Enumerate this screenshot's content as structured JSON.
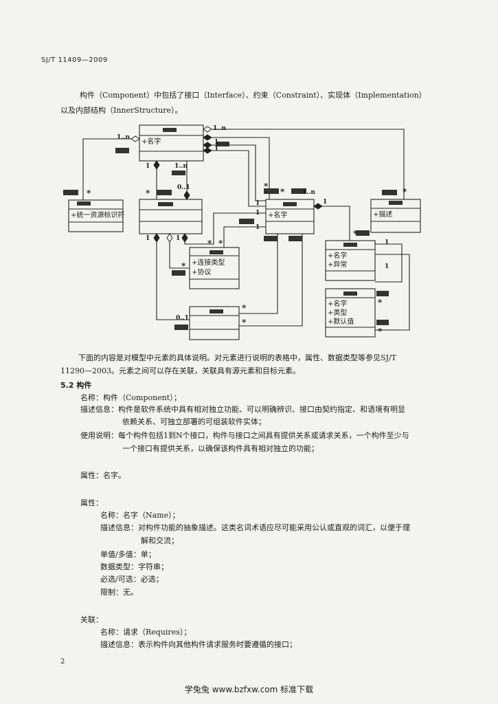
{
  "header": "SJ/T 11409—2009",
  "intro": {
    "line1": "构件（Component）中包括了接口（Interface）、约束（Constraint）、实现体（Implementation）",
    "line2": "以及内部结构（InnerStructure）。"
  },
  "diagram": {
    "component_attr": "+名字",
    "uri_attr": "+统一资源标识符",
    "interface_attr": "+名字",
    "desc_attr": "+描述",
    "conn_attr1": "+连接类型",
    "conn_attr2": "+协议",
    "op_attr1": "+名字",
    "op_attr2": "+异常",
    "param_attr1": "+名字",
    "param_attr2": "+类型",
    "param_attr3": "+默认值",
    "mult": {
      "m_1n_a": "1..n",
      "m_1n_b": "1..n",
      "m_1_a": "1",
      "m_1_b": "1",
      "m_1_c": "1",
      "m_1n_c": "1..n",
      "m_star_uri": "*",
      "m_star_is": "*",
      "m_01_is": "0..1",
      "m_star_if1": "*",
      "m_star_if2": "*",
      "m_1n_if": "1..n",
      "m_star_desc": "*",
      "m_1_if1": "1",
      "m_1_if2": "1",
      "m_1_if3": "1",
      "m_1_is1": "1",
      "m_1_is2": "1",
      "m_star_conn1": "*",
      "m_star_conn2": "*",
      "m_star_conn3": "*",
      "m_1_if_op": "1",
      "m_star_op": "*",
      "m_1_op1": "1",
      "m_1_op2": "1",
      "m_star_param1": "*",
      "m_star_param2": "*",
      "m_01_bot": "0..1",
      "m_star_bot1": "*",
      "m_star_bot2": "*"
    }
  },
  "para": {
    "line1": "下面的内容是对模型中元素的具体说明。对元素进行说明的表格中，属性、数据类型等参见SJ/T",
    "line2": "11290—2003。元素之间可以存在关联，关联具有源元素和目标元素。"
  },
  "section": "5.2  构件",
  "body": {
    "name": "名称：构件（Component）；",
    "desc1": "描述信息：构件是软件系统中具有相对独立功能、可以明确辨识、接口由契约指定、和语境有明显",
    "desc2": "依赖关系、可独立部署的可组装软件实体；",
    "usage1": "使用说明：每个构件包括1到N个接口，构件与接口之间具有提供关系或请求关系，一个构件至少与",
    "usage2": "一个接口有提供关系，以确保该构件具有相对独立的功能；",
    "attr_short": "属性：名字。",
    "attr_head": "属性：",
    "attr_name": "名称：名字（Name）；",
    "attr_desc1": "描述信息：对构件功能的抽象描述。这类名词术语应尽可能采用公认或直观的词汇，以便于理",
    "attr_desc2": "解和交流；",
    "attr_mult": "单值/多值：单；",
    "attr_type": "数据类型：字符串；",
    "attr_req": "必选/可选：必选；",
    "attr_limit": "限制：无。",
    "assoc_head": "关联：",
    "assoc_name": "名称：请求（Requires）；",
    "assoc_desc": "描述信息：表示构件向其他构件请求服务时要遵循的接口；"
  },
  "page_number": "2",
  "footer": "学兔兔  www.bzfxw.com  标准下载"
}
